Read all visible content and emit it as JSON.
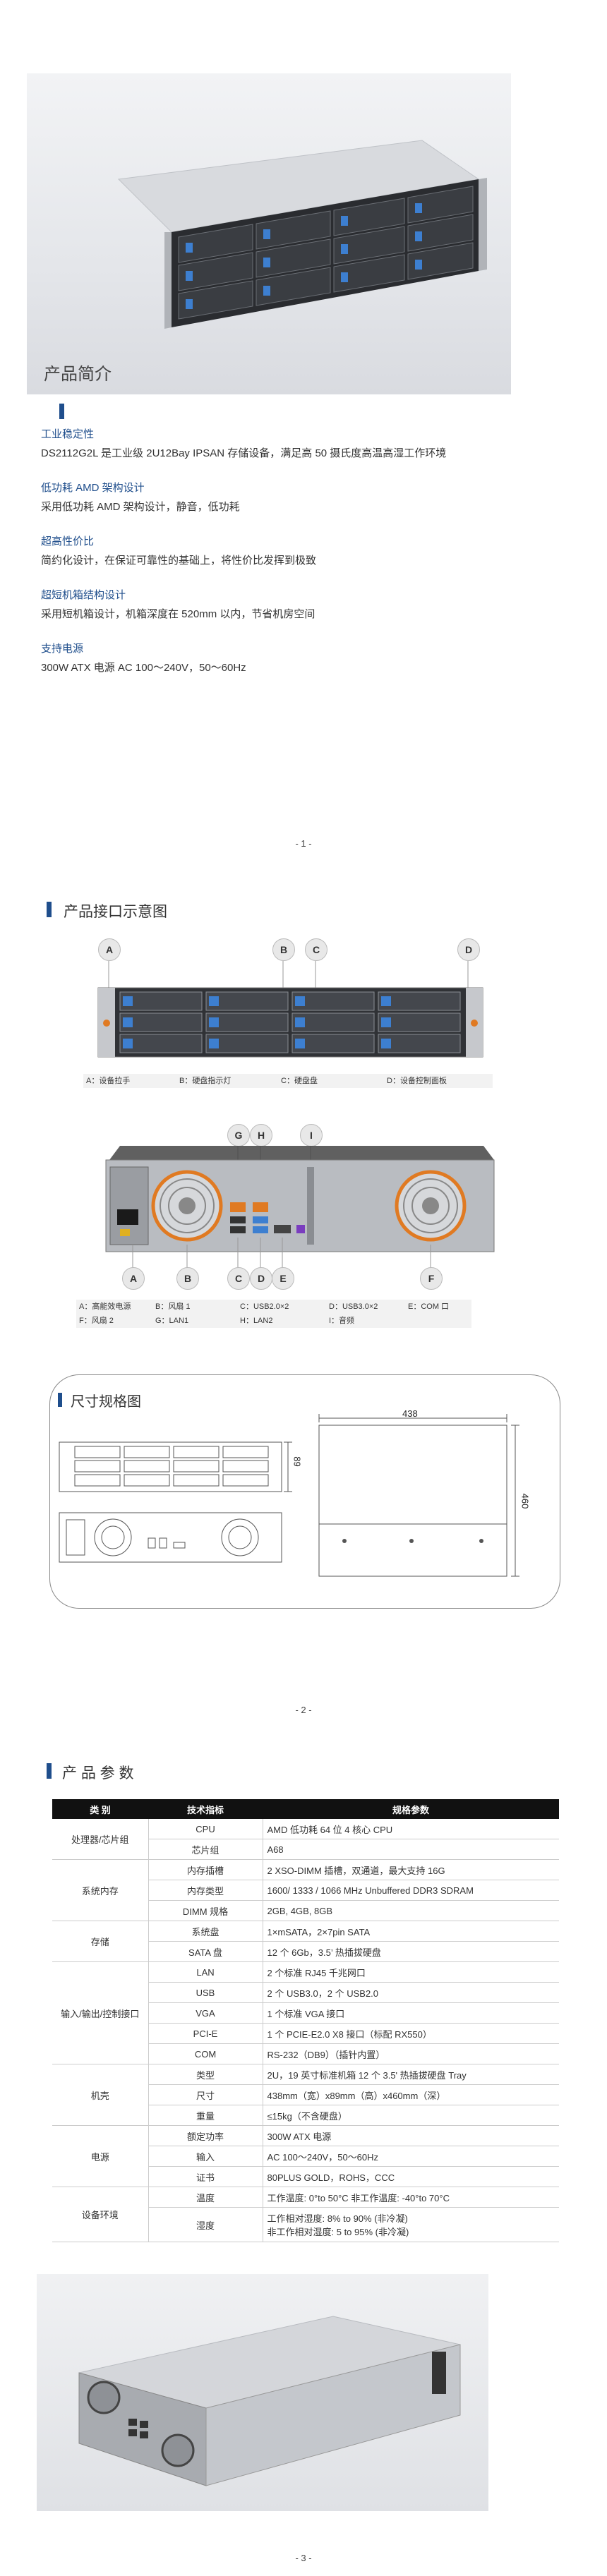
{
  "hero": {
    "caption": "产品简介"
  },
  "intro": {
    "features": [
      {
        "title": "工业稳定性",
        "text": "DS2112G2L 是工业级 2U12Bay IPSAN 存储设备，满足高 50 摄氏度高温高湿工作环境"
      },
      {
        "title": "低功耗 AMD 架构设计",
        "text": "采用低功耗 AMD 架构设计，静音，低功耗"
      },
      {
        "title": "超高性价比",
        "text": "简约化设计，在保证可靠性的基础上，将性价比发挥到极致"
      },
      {
        "title": "超短机箱结构设计",
        "text": "采用短机箱设计，机箱深度在 520mm 以内，节省机房空间"
      },
      {
        "title": "支持电源",
        "text": "300W  ATX 电源 AC 100～240V，50～60Hz"
      }
    ]
  },
  "page_numbers": [
    "- 1 -",
    "- 2 -",
    "- 3 -"
  ],
  "interfaces": {
    "title": "产品接口示意图",
    "front_callouts": [
      "A",
      "B",
      "C",
      "D"
    ],
    "front_legend": [
      "A：设备拉手",
      "B：硬盘指示灯",
      "C：硬盘盘",
      "D：设备控制面板"
    ],
    "rear_callouts_top": [
      "G",
      "H",
      "I"
    ],
    "rear_callouts_bottom": [
      "A",
      "B",
      "C",
      "D",
      "E",
      "F"
    ],
    "rear_legend_row1": [
      "A：高能效电源",
      "B：风扇 1",
      "C：USB2.0×2",
      "D：USB3.0×2",
      "E：COM 口"
    ],
    "rear_legend_row2": [
      "F：风扇 2",
      "G：LAN1",
      "H：LAN2",
      "I：音频"
    ]
  },
  "dimensions": {
    "title": "尺寸规格图",
    "height_label": "89",
    "width_label": "438",
    "depth_label": "460"
  },
  "spec": {
    "title": "产 品 参 数",
    "headers": [
      "类 别",
      "技术指标",
      "规格参数"
    ],
    "groups": [
      {
        "category": "处理器/芯片组",
        "rows": [
          {
            "key": "CPU",
            "value": "AMD 低功耗 64 位 4 核心 CPU"
          },
          {
            "key": "芯片组",
            "value": "A68"
          }
        ]
      },
      {
        "category": "系统内存",
        "rows": [
          {
            "key": "内存插槽",
            "value": "2 XSO-DIMM 插槽，双通道，最大支持 16G"
          },
          {
            "key": "内存类型",
            "value": "1600/ 1333 / 1066 MHz    Unbuffered  DDR3 SDRAM"
          },
          {
            "key": "DIMM 规格",
            "value": "2GB, 4GB, 8GB"
          }
        ]
      },
      {
        "category": "存储",
        "rows": [
          {
            "key": "系统盘",
            "value": "1×mSATA，2×7pin SATA"
          },
          {
            "key": "SATA 盘",
            "value": "12 个 6Gb，3.5’ 热插拔硬盘"
          }
        ]
      },
      {
        "category": "输入/输出/控制接口",
        "rows": [
          {
            "key": "LAN",
            "value": "2 个标准 RJ45 千兆网口"
          },
          {
            "key": "USB",
            "value": "2 个 USB3.0，2 个 USB2.0"
          },
          {
            "key": "VGA",
            "value": "1 个标准 VGA 接口"
          },
          {
            "key": "PCI-E",
            "value": "1 个 PCIE-E2.0 X8 接口（标配 RX550）"
          },
          {
            "key": "COM",
            "value": "RS-232（DB9）（插针内置）"
          }
        ]
      },
      {
        "category": "机壳",
        "rows": [
          {
            "key": "类型",
            "value": "2U，19 英寸标准机箱 12 个 3.5' 热插拔硬盘 Tray"
          },
          {
            "key": "尺寸",
            "value": "438mm（宽）x89mm（高）x460mm（深）"
          },
          {
            "key": "重量",
            "value": "≤15kg（不含硬盘）"
          }
        ]
      },
      {
        "category": "电源",
        "rows": [
          {
            "key": "额定功率",
            "value": "300W  ATX 电源"
          },
          {
            "key": "输入",
            "value": "AC 100～240V，50～60Hz"
          },
          {
            "key": "证书",
            "value": "80PLUS GOLD，ROHS，CCC"
          }
        ]
      },
      {
        "category": "设备环境",
        "rows": [
          {
            "key": "温度",
            "value": "工作温度: 0°to 50°C  非工作温度: -40°to 70°C"
          },
          {
            "key": "湿度",
            "value": "工作相对湿度: 8% to 90% (非冷凝)",
            "value2": "非工作相对湿度: 5 to 95% (非冷凝)"
          }
        ]
      }
    ]
  }
}
